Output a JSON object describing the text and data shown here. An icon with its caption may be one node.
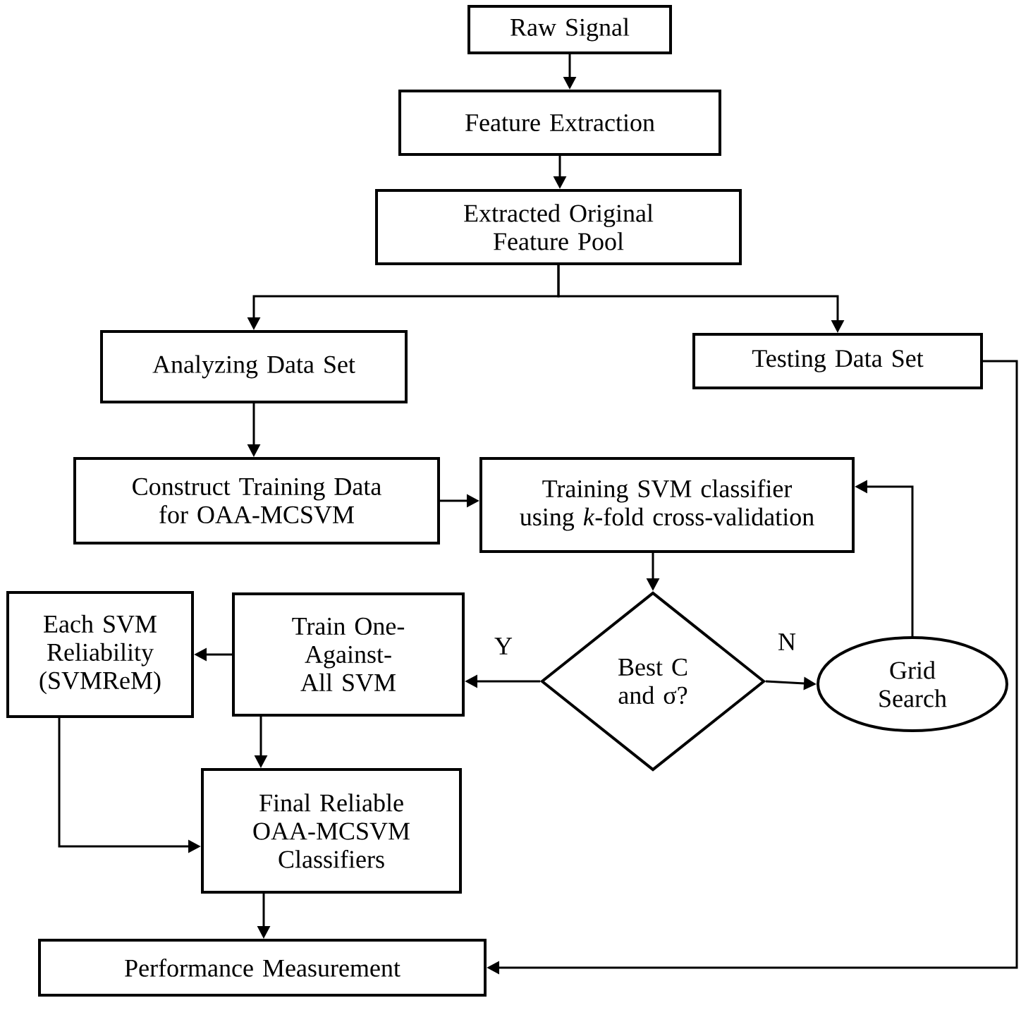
{
  "diagram": {
    "nodes": [
      {
        "text": [
          "Raw Signal"
        ]
      },
      {
        "text": [
          "Feature Extraction"
        ]
      },
      {
        "text": [
          "Extracted Original Feature Pool"
        ]
      },
      {
        "text": [
          "Analyzing Data Set"
        ]
      },
      {
        "text": [
          "Testing Data Set"
        ]
      },
      {
        "text": [
          "Construct Training Data for OAA-MCSVM"
        ]
      },
      {
        "text": [
          "Training SVM classifier using *k*-fold cross-validation"
        ]
      },
      {
        "text": [
          "Each SVM Reliability (SVMReM)"
        ]
      },
      {
        "text": [
          "Train One-Against-All SVM"
        ]
      },
      {
        "text": [
          "Best C and σ?"
        ]
      },
      {
        "text": [
          "Grid Search"
        ]
      },
      {
        "text": [
          "Final Reliable OAA-MCSVM Classifiers"
        ]
      },
      {
        "text": [
          "Performance Measurement"
        ]
      }
    ],
    "edges": [
      {
        "from": 0,
        "to": 1,
        "arrow": "to"
      },
      {
        "from": 1,
        "to": 2,
        "arrow": "to"
      },
      {
        "from": 2,
        "to": 3,
        "arrow": "to"
      },
      {
        "from": 2,
        "to": 4,
        "arrow": "to"
      },
      {
        "from": 3,
        "to": 5,
        "arrow": "to"
      },
      {
        "from": 5,
        "to": 6,
        "arrow": "to"
      },
      {
        "from": 6,
        "to": 9,
        "arrow": "to"
      },
      {
        "from": 9,
        "to": 8,
        "arrow": "to",
        "label": "Y"
      },
      {
        "from": 9,
        "to": 10,
        "arrow": "to",
        "label": "N"
      },
      {
        "from": 10,
        "to": 6,
        "arrow": "to"
      },
      {
        "from": 8,
        "to": 7,
        "arrow": "to"
      },
      {
        "from": 8,
        "to": 11,
        "arrow": "to"
      },
      {
        "from": 7,
        "to": 11,
        "arrow": "to"
      },
      {
        "from": 11,
        "to": 12,
        "arrow": "to"
      },
      {
        "from": 4,
        "to": 12,
        "arrow": "to"
      }
    ]
  }
}
